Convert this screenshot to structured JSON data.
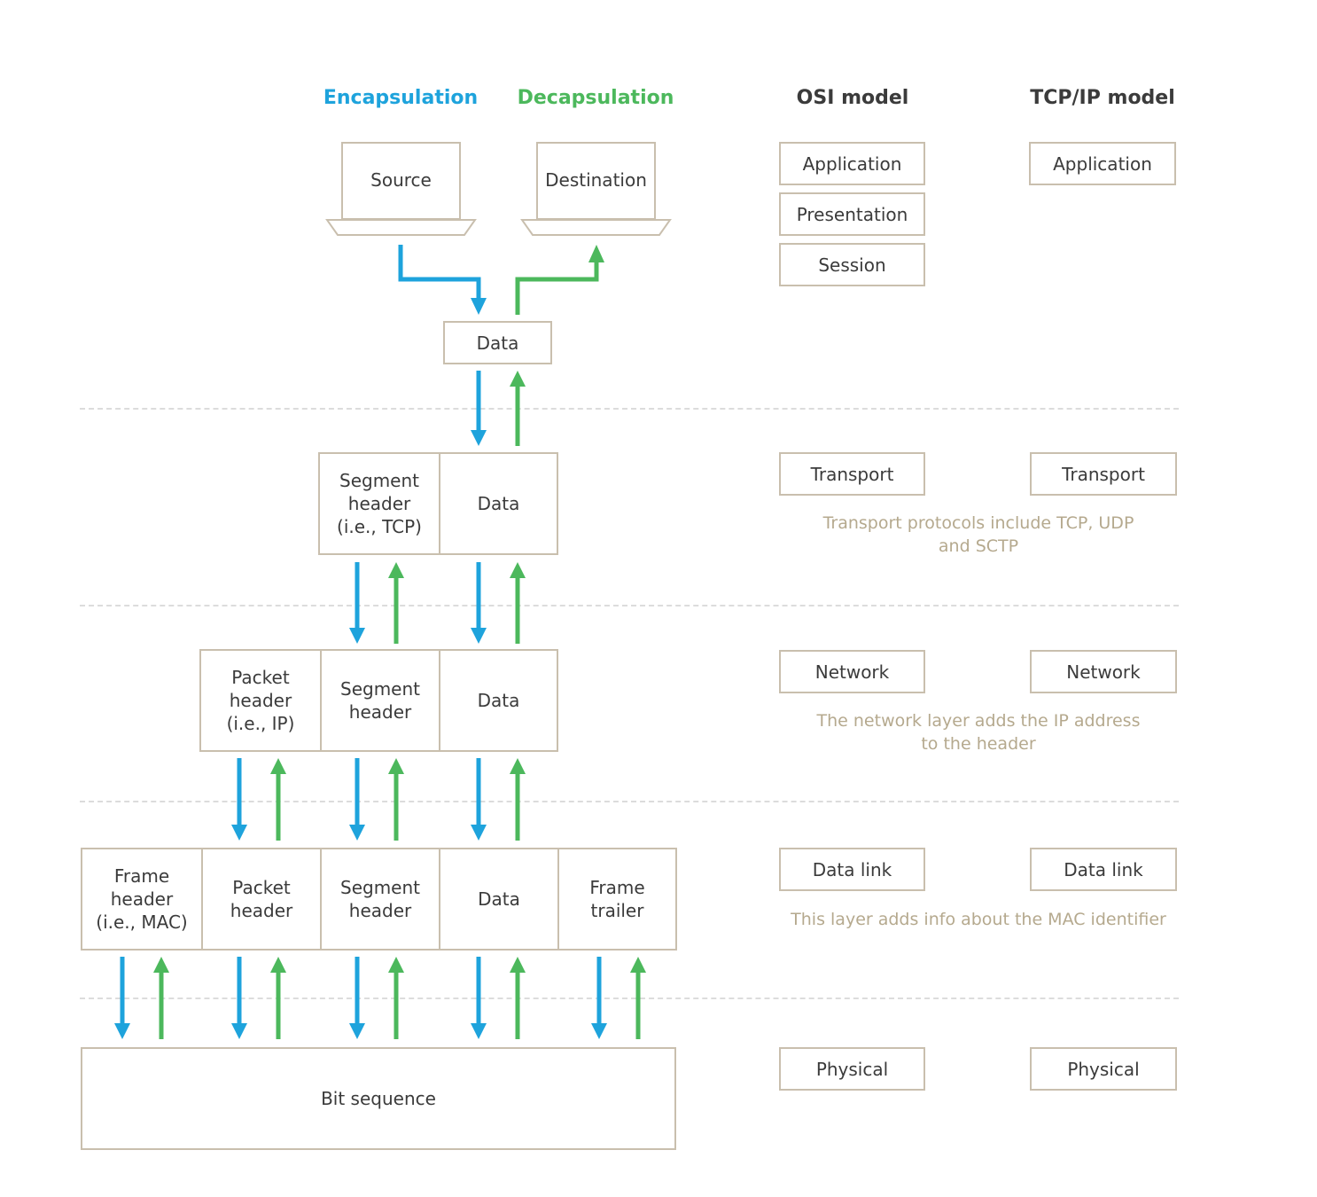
{
  "headings": {
    "encapsulation": "Encapsulation",
    "decapsulation": "Decapsulation",
    "osi": "OSI model",
    "tcpip": "TCP/IP model"
  },
  "colors": {
    "encapsulation": "#1ea3dc",
    "decapsulation": "#4cb85c",
    "border": "#c9bfae",
    "note": "#b5a98e",
    "text": "#3b3b3b",
    "heading": "#3b3b3b"
  },
  "endpoints": {
    "source": "Source",
    "destination": "Destination"
  },
  "units": {
    "application_data": "Data",
    "transport": {
      "segment_header": "Segment\nheader\n(i.e., TCP)",
      "data": "Data"
    },
    "network": {
      "packet_header": "Packet\nheader\n(i.e., IP)",
      "segment_header": "Segment\nheader",
      "data": "Data"
    },
    "datalink": {
      "frame_header": "Frame\nheader\n(i.e., MAC)",
      "packet_header": "Packet\nheader",
      "segment_header": "Segment\nheader",
      "data": "Data",
      "frame_trailer": "Frame\ntrailer"
    },
    "physical": "Bit sequence"
  },
  "osi_layers": {
    "application": "Application",
    "presentation": "Presentation",
    "session": "Session",
    "transport": "Transport",
    "network": "Network",
    "datalink": "Data link",
    "physical": "Physical"
  },
  "tcpip_layers": {
    "application": "Application",
    "transport": "Transport",
    "network": "Network",
    "datalink": "Data link",
    "physical": "Physical"
  },
  "notes": {
    "transport": "Transport protocols include TCP, UDP\nand SCTP",
    "network": "The network layer adds the IP address\nto the header",
    "datalink": "This layer adds info about the MAC identifier"
  }
}
